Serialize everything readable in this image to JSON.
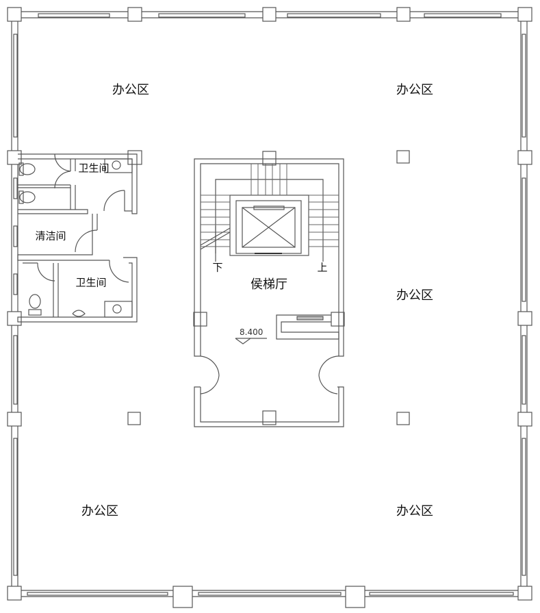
{
  "rooms": {
    "office_nw": "办公区",
    "office_ne": "办公区",
    "office_e": "办公区",
    "office_sw": "办公区",
    "office_se": "办公区",
    "restroom_upper": "卫生间",
    "restroom_lower": "卫生间",
    "janitor": "清洁间",
    "elevator_lobby": "侯梯厅"
  },
  "stairs": {
    "down": "下",
    "up": "上"
  },
  "elevation": "8.400"
}
